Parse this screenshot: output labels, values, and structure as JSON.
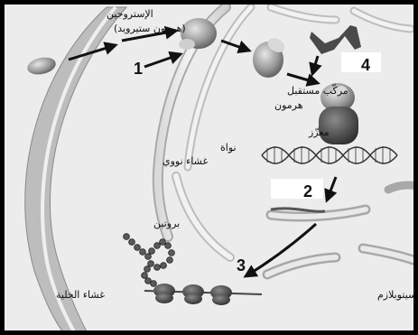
{
  "labels": {
    "hormone_line1": "الإستروجين",
    "hormone_line2": "(هرمون ستيرويد)",
    "receptor_complex_line1": "مركّب مستقبل",
    "receptor_complex_line2": "هرمون",
    "enhancer": "معزّز",
    "nucleus": "نواة",
    "nuclear_membrane": "غشاء نووي",
    "protein": "بروتين",
    "cell_membrane": "غشاء الخلية",
    "cytoplasm": "سيتوبلازم"
  },
  "steps": [
    "1",
    "2",
    "3",
    "4"
  ]
}
